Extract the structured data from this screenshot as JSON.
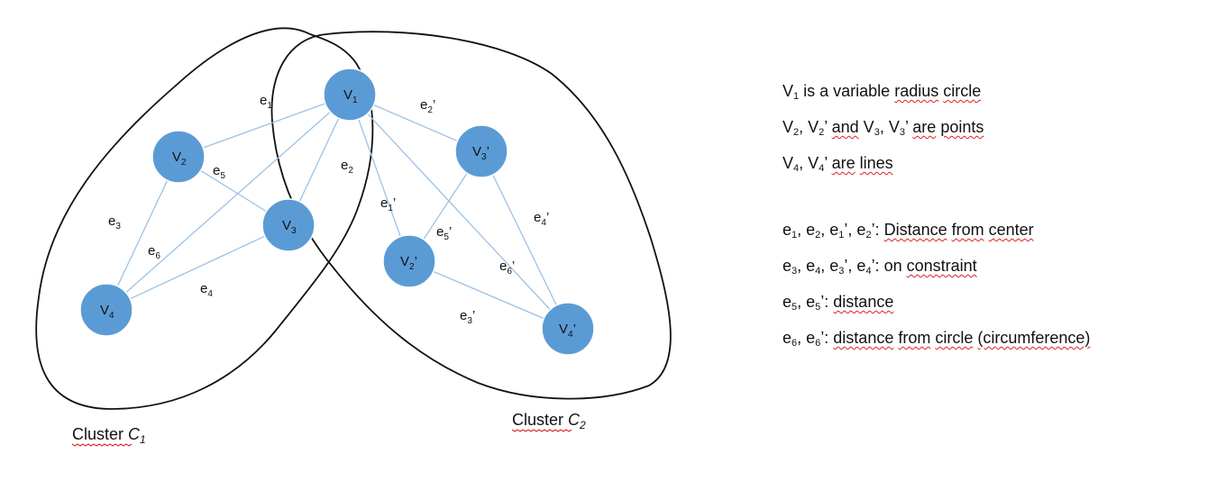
{
  "nodes": [
    {
      "id": "V1",
      "base": "V",
      "sub": "1",
      "prime": ""
    },
    {
      "id": "V2",
      "base": "V",
      "sub": "2",
      "prime": ""
    },
    {
      "id": "V3",
      "base": "V",
      "sub": "3",
      "prime": ""
    },
    {
      "id": "V4",
      "base": "V",
      "sub": "4",
      "prime": ""
    },
    {
      "id": "V3p",
      "base": "V",
      "sub": "3",
      "prime": "’"
    },
    {
      "id": "V2p",
      "base": "V",
      "sub": "2",
      "prime": "’"
    },
    {
      "id": "V4p",
      "base": "V",
      "sub": "4",
      "prime": "’"
    }
  ],
  "edges": [
    {
      "id": "e1",
      "from": "V1",
      "to": "V2",
      "base": "e",
      "sub": "1",
      "prime": ""
    },
    {
      "id": "e2",
      "from": "V1",
      "to": "V3",
      "base": "e",
      "sub": "2",
      "prime": ""
    },
    {
      "id": "e3",
      "from": "V2",
      "to": "V4",
      "base": "e",
      "sub": "3",
      "prime": ""
    },
    {
      "id": "e4",
      "from": "V3",
      "to": "V4",
      "base": "e",
      "sub": "4",
      "prime": ""
    },
    {
      "id": "e5",
      "from": "V2",
      "to": "V3",
      "base": "e",
      "sub": "5",
      "prime": ""
    },
    {
      "id": "e6",
      "from": "V1",
      "to": "V4",
      "base": "e",
      "sub": "6",
      "prime": ""
    },
    {
      "id": "e2p",
      "from": "V1",
      "to": "V3p",
      "base": "e",
      "sub": "2",
      "prime": "’"
    },
    {
      "id": "e1p",
      "from": "V1",
      "to": "V2p",
      "base": "e",
      "sub": "1",
      "prime": "’"
    },
    {
      "id": "e6p",
      "from": "V1",
      "to": "V4p",
      "base": "e",
      "sub": "6",
      "prime": "’"
    },
    {
      "id": "e5p",
      "from": "V3p",
      "to": "V2p",
      "base": "e",
      "sub": "5",
      "prime": "’"
    },
    {
      "id": "e4p",
      "from": "V3p",
      "to": "V4p",
      "base": "e",
      "sub": "4",
      "prime": "’"
    },
    {
      "id": "e3p",
      "from": "V2p",
      "to": "V4p",
      "base": "e",
      "sub": "3",
      "prime": "’"
    }
  ],
  "clusters": [
    {
      "id": "C1",
      "label_text": "Cluster",
      "label_symbol": "C",
      "label_sub": "1"
    },
    {
      "id": "C2",
      "label_text": "Cluster",
      "label_symbol": "C",
      "label_sub": "2"
    }
  ],
  "legend": [
    [
      {
        "t": "V"
      },
      {
        "t": "1",
        "sub": true
      },
      {
        "t": " is a variable "
      },
      {
        "t": "radius",
        "spell": true
      },
      {
        "t": " "
      },
      {
        "t": "circle",
        "spell": true
      }
    ],
    [
      {
        "t": "V"
      },
      {
        "t": "2",
        "sub": true
      },
      {
        "t": ", V"
      },
      {
        "t": "2",
        "sub": true
      },
      {
        "t": "’ "
      },
      {
        "t": "and",
        "spell": true
      },
      {
        "t": " V"
      },
      {
        "t": "3",
        "sub": true
      },
      {
        "t": ", V"
      },
      {
        "t": "3",
        "sub": true
      },
      {
        "t": "’ "
      },
      {
        "t": "are",
        "spell": true
      },
      {
        "t": " "
      },
      {
        "t": "points",
        "spell": true
      }
    ],
    [
      {
        "t": "V"
      },
      {
        "t": "4",
        "sub": true
      },
      {
        "t": ", V"
      },
      {
        "t": "4",
        "sub": true
      },
      {
        "t": "’ "
      },
      {
        "t": "are",
        "spell": true
      },
      {
        "t": " "
      },
      {
        "t": "lines",
        "spell": true
      }
    ],
    [],
    [
      {
        "t": "e"
      },
      {
        "t": "1",
        "sub": true
      },
      {
        "t": ", e"
      },
      {
        "t": "2",
        "sub": true
      },
      {
        "t": ", e"
      },
      {
        "t": "1",
        "sub": true
      },
      {
        "t": "’, e"
      },
      {
        "t": "2",
        "sub": true
      },
      {
        "t": "’: "
      },
      {
        "t": "Distance",
        "spell": true
      },
      {
        "t": " "
      },
      {
        "t": "from",
        "spell": true
      },
      {
        "t": " "
      },
      {
        "t": "center",
        "spell": true
      }
    ],
    [
      {
        "t": "e"
      },
      {
        "t": "3",
        "sub": true
      },
      {
        "t": ", e"
      },
      {
        "t": "4",
        "sub": true
      },
      {
        "t": ", e"
      },
      {
        "t": "3",
        "sub": true
      },
      {
        "t": "’, e"
      },
      {
        "t": "4",
        "sub": true
      },
      {
        "t": "’: on "
      },
      {
        "t": "constraint",
        "spell": true
      }
    ],
    [
      {
        "t": "e"
      },
      {
        "t": "5",
        "sub": true
      },
      {
        "t": ", e"
      },
      {
        "t": "5",
        "sub": true
      },
      {
        "t": "’: "
      },
      {
        "t": "distance",
        "spell": true
      }
    ],
    [
      {
        "t": "e"
      },
      {
        "t": "6",
        "sub": true
      },
      {
        "t": ", e"
      },
      {
        "t": "6",
        "sub": true
      },
      {
        "t": "’: "
      },
      {
        "t": "distance",
        "spell": true
      },
      {
        "t": " "
      },
      {
        "t": "from",
        "spell": true
      },
      {
        "t": "  "
      },
      {
        "t": "circle",
        "spell": true
      },
      {
        "t": " "
      },
      {
        "t": "(circumference)",
        "spell": true
      }
    ]
  ],
  "colors": {
    "node_fill": "#5b9bd5",
    "edge_stroke": "#9cc2e5",
    "outline": "#111111",
    "spellcheck": "#e02020"
  }
}
